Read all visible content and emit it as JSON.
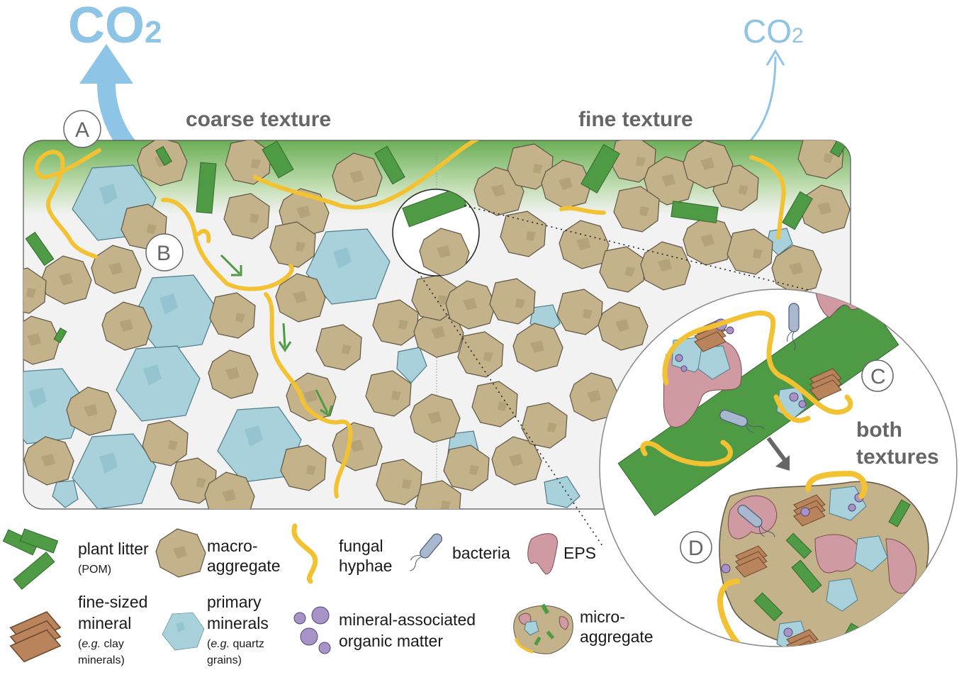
{
  "co2": {
    "left_label": "CO2",
    "right_label": "CO2"
  },
  "labels": {
    "coarse": "coarse texture",
    "fine": "fine texture",
    "both_line1": "both",
    "both_line2": "textures"
  },
  "markers": {
    "a": "A",
    "b": "B",
    "c": "C",
    "d": "D"
  },
  "legend": {
    "plant_litter": {
      "line1": "plant litter",
      "sub": "(POM)"
    },
    "macro_aggregate": {
      "line1": "macro-",
      "line2": "aggregate"
    },
    "fungal_hyphae": {
      "line1": "fungal",
      "line2": "hyphae"
    },
    "bacteria": {
      "line1": "bacteria"
    },
    "eps": {
      "line1": "EPS"
    },
    "fine_mineral": {
      "line1": "fine-sized",
      "line2": "mineral",
      "sub1a": "e.g.",
      "sub1b": " clay",
      "sub2": "minerals)"
    },
    "primary_minerals": {
      "line1": "primary",
      "line2": "minerals",
      "sub1a": "e.g.",
      "sub1b": " quartz",
      "sub2": "grains)"
    },
    "maom": {
      "line1": "mineral-associated",
      "line2": "organic matter"
    },
    "micro_aggregate": {
      "line1": "micro-",
      "line2": "aggregate"
    }
  },
  "colors": {
    "litter": "#4f9a45",
    "aggregate": "#c4b38a",
    "hyphae": "#f2c232",
    "mineral": "#a8d1dc",
    "eps": "#cf9aa1",
    "clay": "#b9835c",
    "maom": "#a893c6",
    "co2": "#8ec4e6",
    "bacteria": "#a8b9cf"
  }
}
